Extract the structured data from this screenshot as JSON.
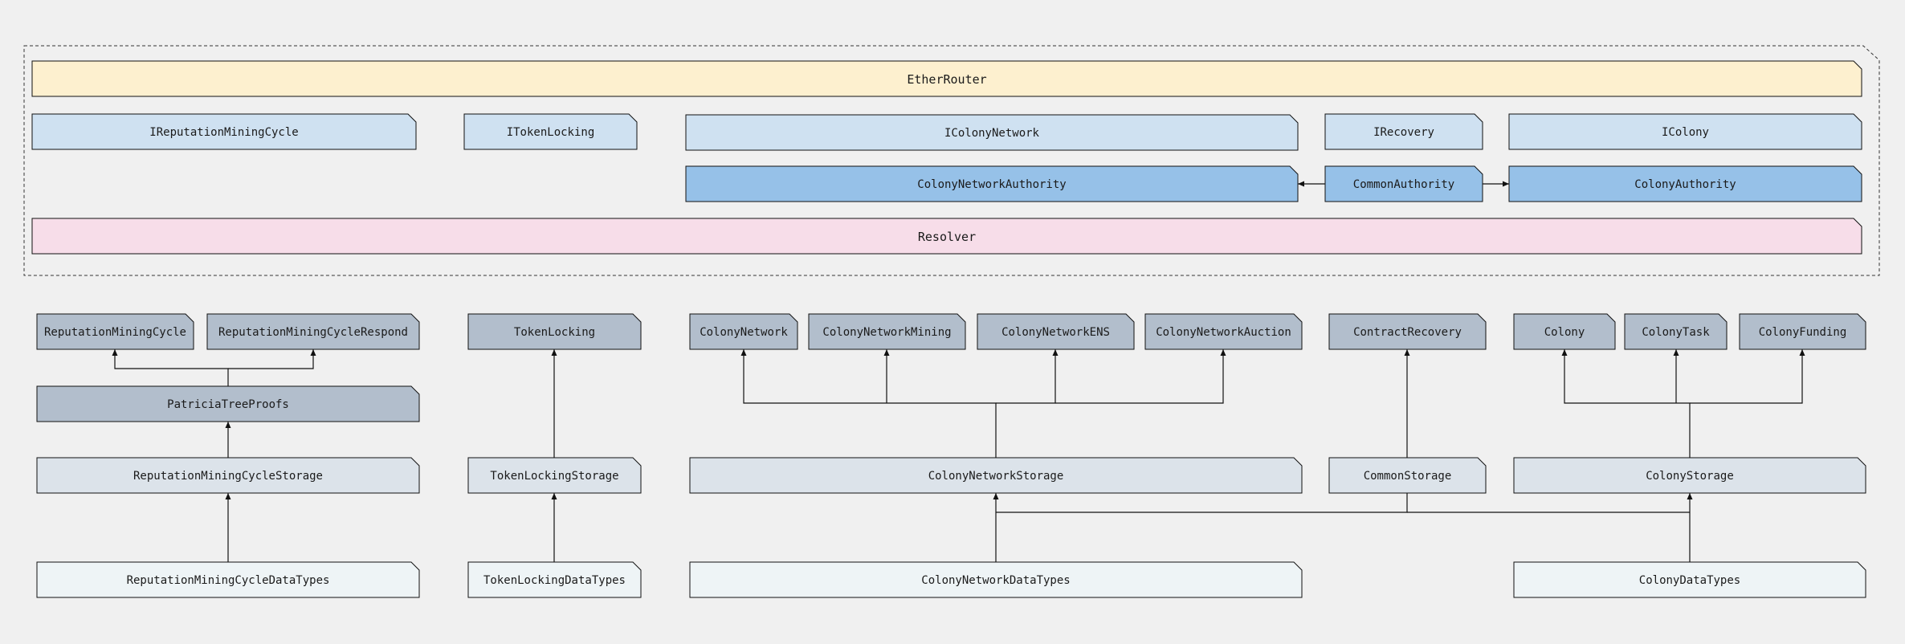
{
  "colors": {
    "background": "#f0f0f0",
    "router": "#fdf0cf",
    "interface": "#cfe1f1",
    "authority": "#96c1e8",
    "resolver": "#f7dde9",
    "contract": "#b2becc",
    "storage": "#dce3ea",
    "datatypes": "#eef4f6",
    "stroke": "#111111"
  },
  "router_group": {
    "router": "EtherRouter",
    "interfaces": [
      "IReputationMiningCycle",
      "ITokenLocking",
      "IColonyNetwork",
      "IRecovery",
      "IColony"
    ],
    "authorities": [
      "ColonyNetworkAuthority",
      "CommonAuthority",
      "ColonyAuthority"
    ],
    "resolver": "Resolver"
  },
  "contracts": {
    "mining": [
      "ReputationMiningCycle",
      "ReputationMiningCycleRespond"
    ],
    "patricia": "PatriciaTreeProofs",
    "token_locking": "TokenLocking",
    "network": [
      "ColonyNetwork",
      "ColonyNetworkMining",
      "ColonyNetworkENS",
      "ColonyNetworkAuction"
    ],
    "recovery": "ContractRecovery",
    "colony": [
      "Colony",
      "ColonyTask",
      "ColonyFunding"
    ]
  },
  "storage": [
    "ReputationMiningCycleStorage",
    "TokenLockingStorage",
    "ColonyNetworkStorage",
    "CommonStorage",
    "ColonyStorage"
  ],
  "datatypes": [
    "ReputationMiningCycleDataTypes",
    "TokenLockingDataTypes",
    "ColonyNetworkDataTypes",
    "ColonyDataTypes"
  ]
}
